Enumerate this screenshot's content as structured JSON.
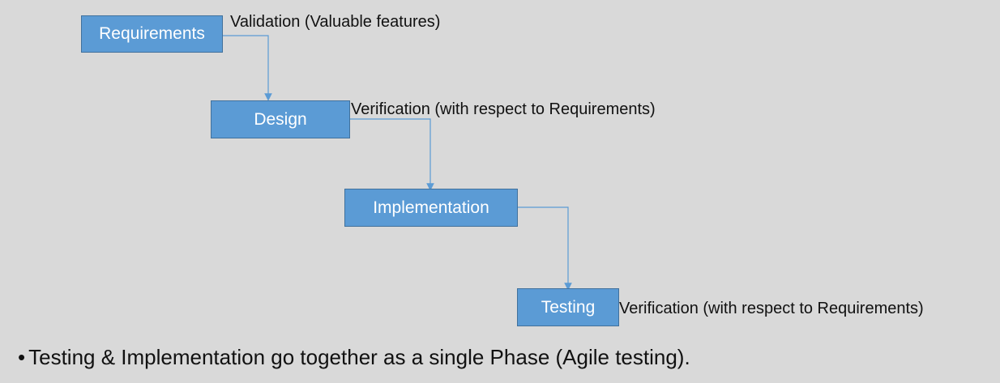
{
  "diagram": {
    "boxes": {
      "requirements": "Requirements",
      "design": "Design",
      "implementation": "Implementation",
      "testing": "Testing"
    },
    "labels": {
      "requirements_note": "Validation (Valuable features)",
      "design_note": "Verification (with respect to Requirements)",
      "testing_note": "Verification (with respect to Requirements)"
    },
    "colors": {
      "box_fill": "#5b9bd5",
      "box_border": "#41719c",
      "connector": "#5b9bd5",
      "background": "#d9d9d9"
    }
  },
  "footer": {
    "bullet": "•",
    "text": "Testing & Implementation go together as a single Phase (Agile testing)."
  }
}
